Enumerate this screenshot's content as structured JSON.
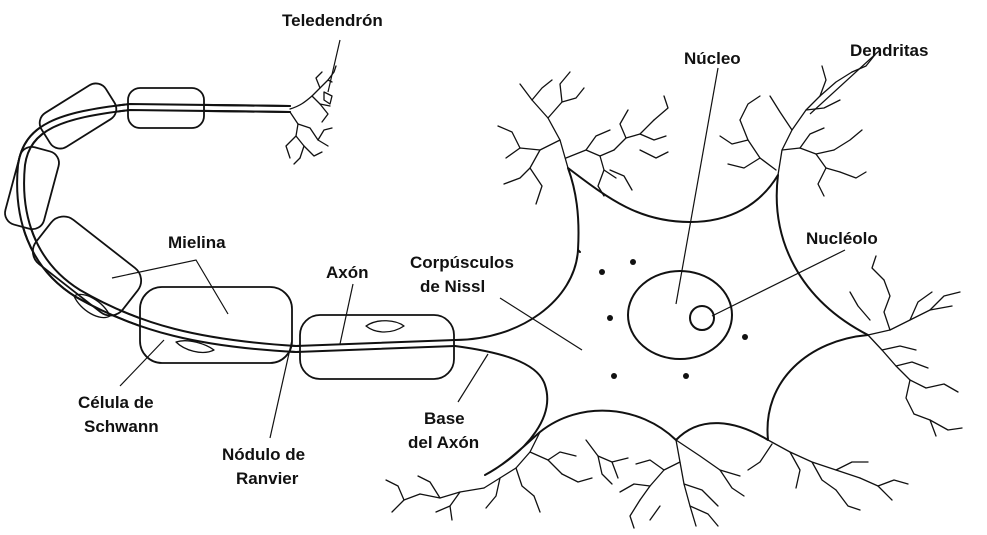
{
  "labels": {
    "teledendron": "Teledendrón",
    "nucleo": "Núcleo",
    "dendritas": "Dendritas",
    "mielina": "Mielina",
    "axon": "Axón",
    "corpusculos_1": "Corpúsculos",
    "corpusculos_2": "de Nissl",
    "nucleolo": "Nucléolo",
    "celula_1": "Célula de",
    "celula_2": "Schwann",
    "nodulo_1": "Nódulo de",
    "nodulo_2": "Ranvier",
    "base_1": "Base",
    "base_2": "del Axón"
  },
  "colors": {
    "line": "#111111",
    "background": "#ffffff"
  }
}
